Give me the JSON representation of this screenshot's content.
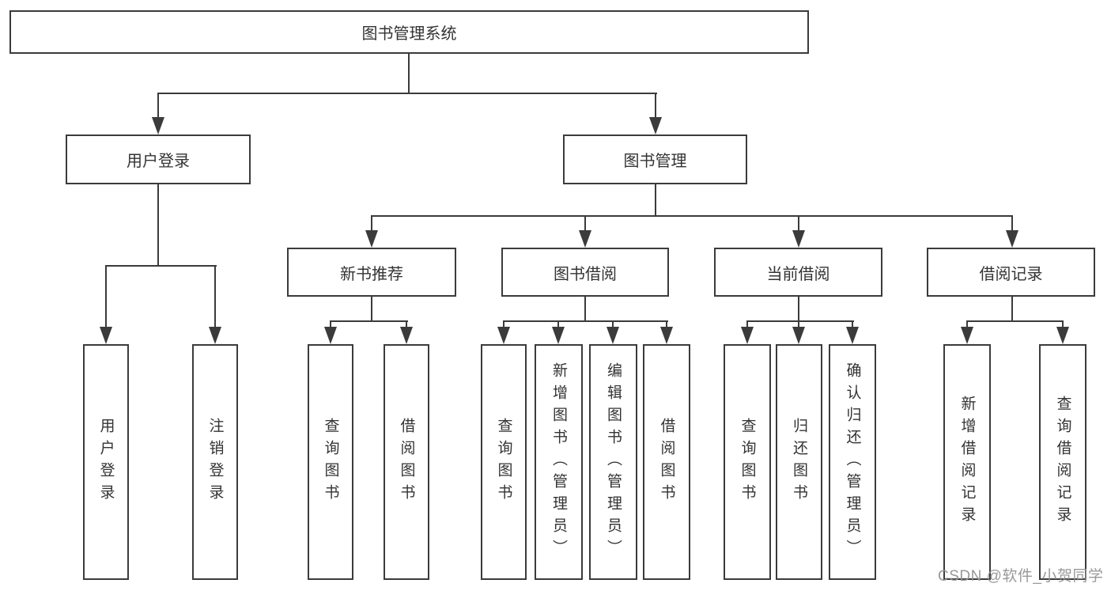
{
  "colors": {
    "line": "#3b3b3b",
    "box_border": "#3b3b3b",
    "text": "#333333",
    "background": "#ffffff",
    "watermark": "#949494"
  },
  "watermark": {
    "text": "CSDN @软件_小贺同学"
  },
  "nodes": {
    "root": {
      "label": "图书管理系统"
    },
    "level1": [
      {
        "label": "用户登录"
      },
      {
        "label": "图书管理"
      }
    ],
    "level2": [
      {
        "label": "新书推荐"
      },
      {
        "label": "图书借阅"
      },
      {
        "label": "当前借阅"
      },
      {
        "label": "借阅记录"
      }
    ],
    "leaves": {
      "userLogin": [
        {
          "label": "用户登录"
        },
        {
          "label": "注销登录"
        }
      ],
      "newBook": [
        {
          "label": "查询图书"
        },
        {
          "label": "借阅图书"
        }
      ],
      "bookBorrow": [
        {
          "label": "查询图书"
        },
        {
          "label": "新增图书（管理员）"
        },
        {
          "label": "编辑图书（管理员）"
        },
        {
          "label": "借阅图书"
        }
      ],
      "currentBorrow": [
        {
          "label": "查询图书"
        },
        {
          "label": "归还图书"
        },
        {
          "label": "确认归还（管理员）"
        }
      ],
      "borrowRecords": [
        {
          "label": "新增借阅记录"
        },
        {
          "label": "查询借阅记录"
        }
      ]
    }
  }
}
